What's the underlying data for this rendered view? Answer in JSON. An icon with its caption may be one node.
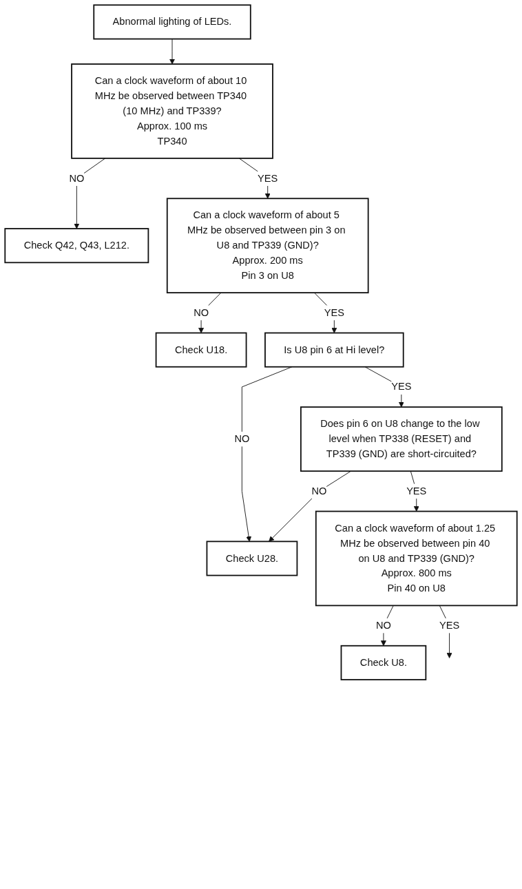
{
  "diagram": {
    "nodes": [
      {
        "text": [
          "Abnormal lighting of LEDs."
        ]
      },
      {
        "text": [
          "Can a clock waveform of about 10 MHz be observed between TP340 (10 MHz) and TP339?",
          "Approx. 100 ms",
          "TP340"
        ]
      },
      {
        "text": [
          "Check Q42, Q43, L212."
        ]
      },
      {
        "text": [
          "Can a clock waveform of about 5 MHz be observed between pin 3 on U8 and TP339 (GND)?",
          "Approx. 200 ms",
          "Pin 3 on U8"
        ]
      },
      {
        "text": [
          "Check U18."
        ]
      },
      {
        "text": [
          "Is U8 pin 6 at Hi level?"
        ]
      },
      {
        "text": [
          "Does pin 6 on U8 change to the low level when TP338 (RESET) and TP339 (GND) are short-circuited?"
        ]
      },
      {
        "text": [
          "Check U28."
        ]
      },
      {
        "text": [
          "Can a clock waveform of about 1.25 MHz be observed between pin 40 on U8 and TP339 (GND)?",
          "Approx. 800 ms",
          "Pin 40 on U8"
        ]
      },
      {
        "text": [
          "Check U8."
        ]
      }
    ],
    "edges": [
      {
        "from": 0,
        "to": 1,
        "arrow": "to"
      },
      {
        "from": 1,
        "to": 2,
        "arrow": "to",
        "label": "NO"
      },
      {
        "from": 1,
        "to": 3,
        "arrow": "to",
        "label": "YES"
      },
      {
        "from": 3,
        "to": 4,
        "arrow": "to",
        "label": "NO"
      },
      {
        "from": 3,
        "to": 5,
        "arrow": "to",
        "label": "YES"
      },
      {
        "from": 5,
        "to": 7,
        "arrow": "to",
        "label": "NO"
      },
      {
        "from": 5,
        "to": 6,
        "arrow": "to",
        "label": "YES"
      },
      {
        "from": 6,
        "to": 7,
        "arrow": "to",
        "label": "NO"
      },
      {
        "from": 6,
        "to": 8,
        "arrow": "to",
        "label": "YES"
      },
      {
        "from": 8,
        "to": 9,
        "arrow": "to",
        "label": "NO"
      },
      {
        "from": 8,
        "to": null,
        "arrow": "to",
        "label": "YES"
      }
    ]
  }
}
